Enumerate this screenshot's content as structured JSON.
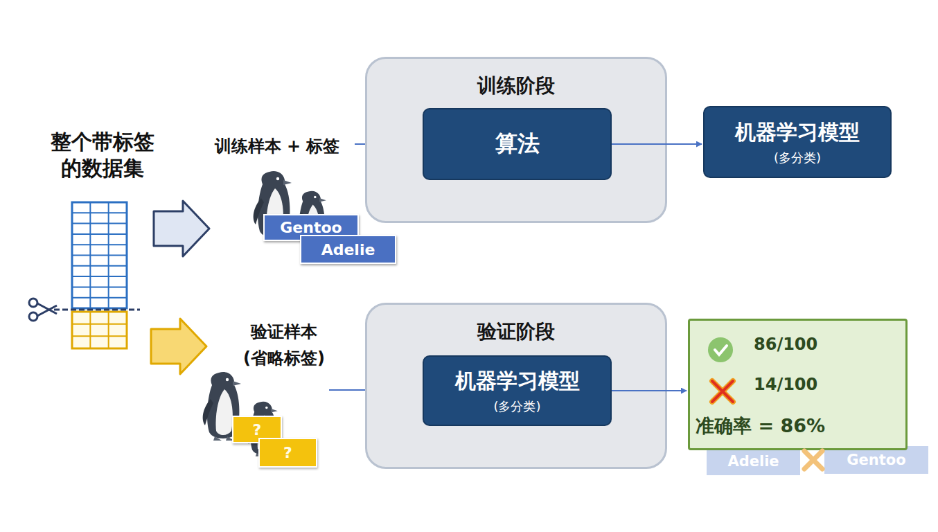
{
  "diagram": {
    "nodes": [
      {
        "text": [
          "训练阶段"
        ]
      },
      {
        "text": [
          "算法"
        ],
        "in": 0
      },
      {
        "text": [
          "机器学习模型",
          "(多分类)"
        ]
      },
      {
        "text": [
          "Gentoo"
        ]
      },
      {
        "text": [
          "Adelie"
        ]
      },
      {
        "text": [
          "验证阶段"
        ]
      },
      {
        "text": [
          "机器学习模型",
          "(多分类)"
        ],
        "in": 5
      },
      {
        "text": [
          "86/100",
          "14/100",
          "准确率 = 86%"
        ]
      },
      {
        "text": [
          "?"
        ]
      },
      {
        "text": [
          "?"
        ]
      },
      {
        "text": [
          "Adelie"
        ]
      },
      {
        "text": [
          "Gentoo"
        ]
      }
    ],
    "edges": [
      {
        "from": 1,
        "to": 2,
        "arrow": "to"
      },
      {
        "from": 6,
        "to": 7,
        "arrow": "to"
      }
    ],
    "labels": [
      "整个带标签的数据集",
      "训练样本 + 标签",
      "验证样本 (省略标签)"
    ]
  }
}
